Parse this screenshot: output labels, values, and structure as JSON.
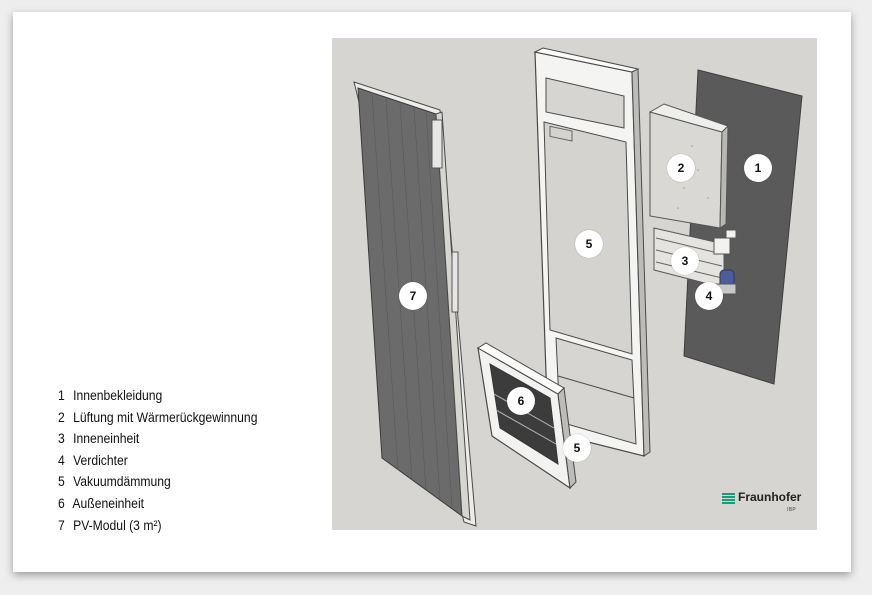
{
  "legend": [
    {
      "num": "1",
      "label": "Innenbekleidung"
    },
    {
      "num": "2",
      "label": "Lüftung mit Wärmerückgewinnung"
    },
    {
      "num": "3",
      "label": "Inneneinheit"
    },
    {
      "num": "4",
      "label": "Verdichter"
    },
    {
      "num": "5",
      "label": "Vakuumdämmung"
    },
    {
      "num": "6",
      "label": "Außeneinheit"
    },
    {
      "num": "7",
      "label": "PV-Modul (3 m²)"
    }
  ],
  "markers": {
    "m1": "1",
    "m2": "2",
    "m3": "3",
    "m4": "4",
    "m5_frame": "5",
    "m5_box": "5",
    "m6": "6",
    "m7": "7"
  },
  "logo": {
    "name": "Fraunhofer",
    "sub": "IBP",
    "color": "#179c7d"
  }
}
